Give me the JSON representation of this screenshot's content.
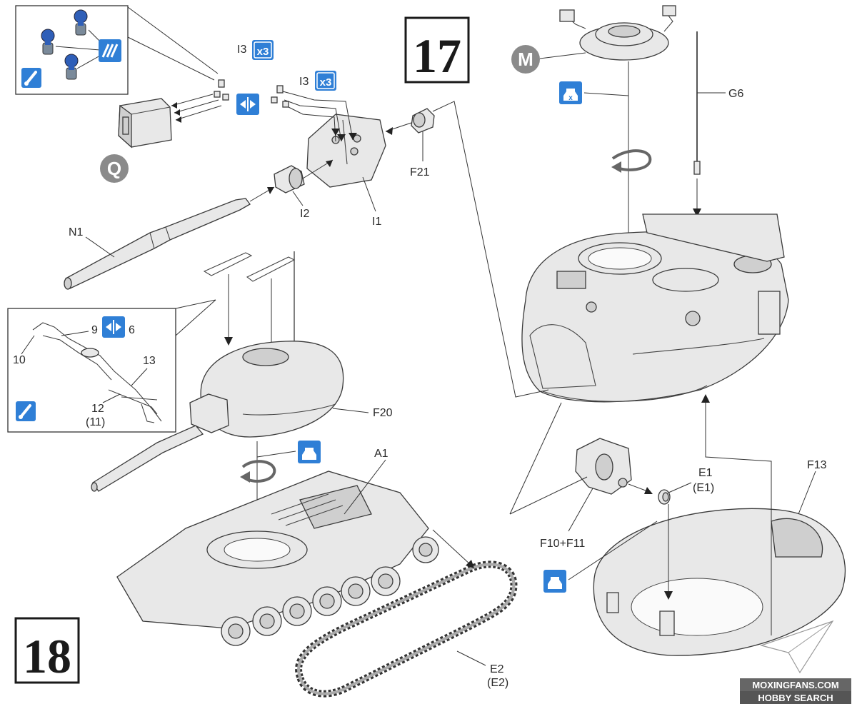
{
  "steps": {
    "step17": "17",
    "step18": "18"
  },
  "labels": {
    "i3_top": "I3",
    "i3_mid": "I3",
    "f21": "F21",
    "i1": "I1",
    "i2": "I2",
    "n1": "N1",
    "g6": "G6",
    "f20": "F20",
    "a1": "A1",
    "f13": "F13",
    "e1": "E1",
    "e1_alt": "(E1)",
    "f10f11": "F10+F11",
    "e2": "E2",
    "e2_alt": "(E2)",
    "inset_9": "9",
    "inset_6": "6",
    "inset_10": "10",
    "inset_13": "13",
    "inset_12": "12",
    "inset_11": "(11)"
  },
  "circle_letters": {
    "q": "Q",
    "m": "M"
  },
  "icons": {
    "times3": "x3",
    "times_glyph": "x",
    "colors": {
      "icon_blue": "#2f7fd6",
      "circle_grey": "#8a8a8a"
    }
  },
  "watermark": {
    "line1": "MOXINGFANS.COM",
    "line2": "HOBBY SEARCH"
  }
}
